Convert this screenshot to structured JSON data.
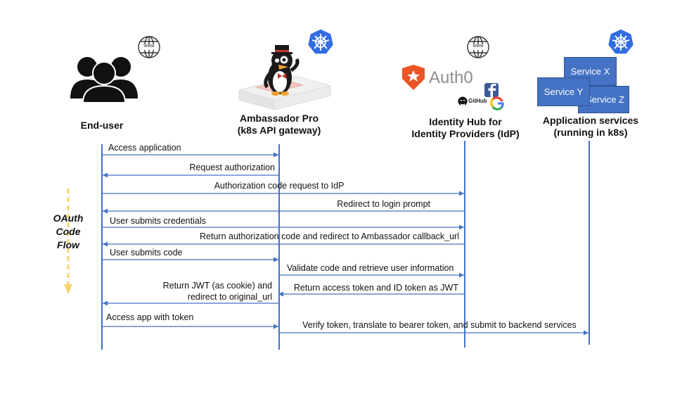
{
  "actors": {
    "end_user": {
      "label": "End-user",
      "icon": "users-icon"
    },
    "gateway": {
      "label_line1": "Ambassador Pro",
      "label_line2": "(k8s API gateway)",
      "icon": "ambassador-mascot-icon"
    },
    "idp": {
      "label_line1": "Identity Hub for",
      "label_line2": "Identity Providers (IdP)",
      "logo_text": "Auth0",
      "github_text": "GitHub"
    },
    "services": {
      "label_line1": "Application services",
      "label_line2": "(running in k8s)",
      "boxes": [
        "Service X",
        "Service Y",
        "Service Z"
      ]
    }
  },
  "web_icon_text": "www",
  "flow_label": {
    "line1": "OAuth",
    "line2": "Code",
    "line3": "Flow"
  },
  "messages": [
    {
      "text": "Access application",
      "from": "end_user",
      "to": "gateway"
    },
    {
      "text": "Request authorization",
      "from": "gateway",
      "to": "end_user"
    },
    {
      "text": "Authorization code request to IdP",
      "from": "end_user",
      "to": "idp"
    },
    {
      "text": "Redirect to login prompt",
      "from": "idp",
      "to": "end_user"
    },
    {
      "text": "User submits credentials",
      "from": "end_user",
      "to": "idp"
    },
    {
      "text": "Return authorization code and redirect to Ambassador callback_url",
      "from": "idp",
      "to": "end_user"
    },
    {
      "text": "User submits code",
      "from": "end_user",
      "to": "gateway"
    },
    {
      "text": "Validate code and retrieve user information",
      "from": "gateway",
      "to": "idp"
    },
    {
      "text": "Return access token and ID token as JWT",
      "from": "idp",
      "to": "gateway"
    },
    {
      "text_line1": "Return JWT (as cookie) and",
      "text_line2": "redirect to original_url",
      "from": "gateway",
      "to": "end_user"
    },
    {
      "text": "Access app with token",
      "from": "end_user",
      "to": "gateway"
    },
    {
      "text": "Verify token, translate to bearer token, and submit to backend services",
      "from": "gateway",
      "to": "services"
    }
  ],
  "colors": {
    "lifeline": "#4472C4",
    "arrow": "#4472C4",
    "service_box": "#4472C4",
    "k8s_badge": "#326CE5",
    "flow_arrow": "#F7D36B",
    "auth0": "#EB5424",
    "facebook": "#3B5998"
  }
}
